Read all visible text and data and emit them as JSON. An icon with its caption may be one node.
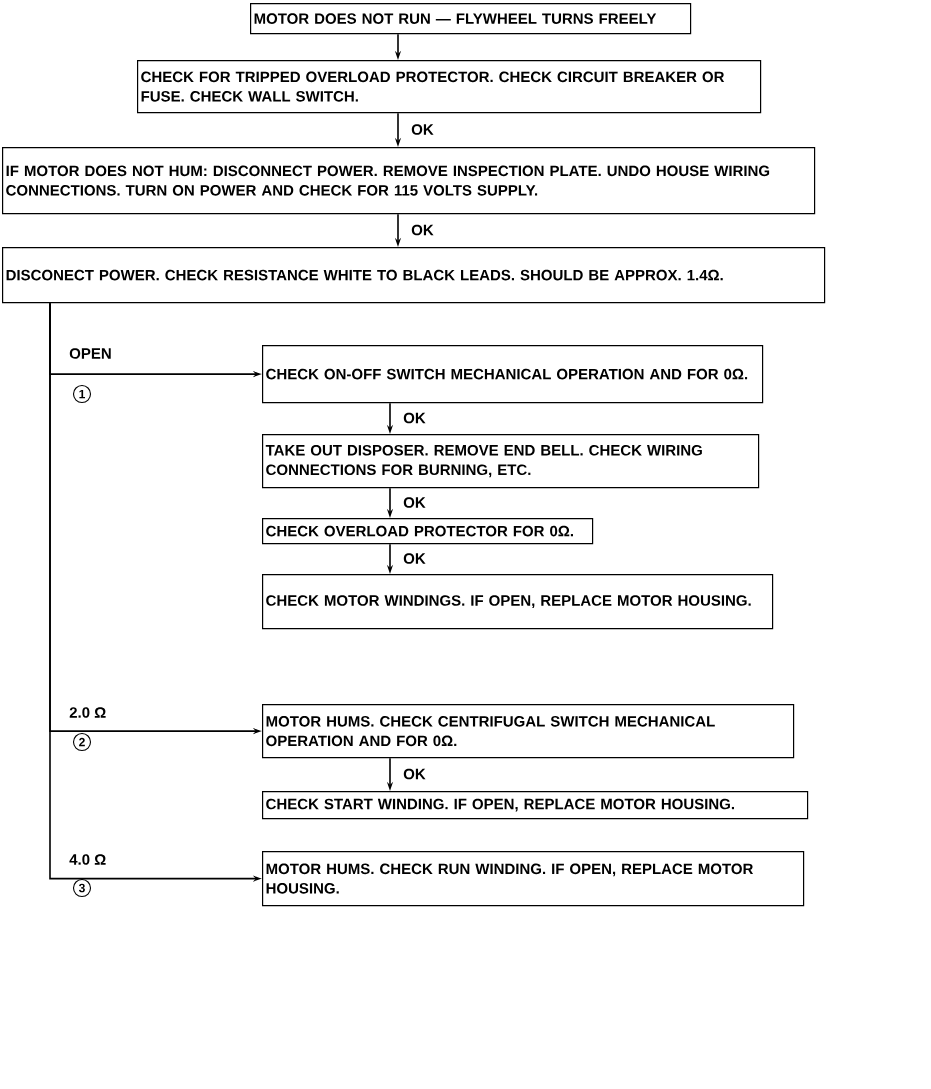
{
  "diagram": {
    "nodes": [
      {
        "text": [
          "MOTOR DOES NOT RUN — FLYWHEEL TURNS FREELY"
        ]
      },
      {
        "text": [
          "CHECK FOR TRIPPED OVERLOAD PROTECTOR. CHECK CIRCUIT BREAKER OR FUSE. CHECK WALL SWITCH."
        ]
      },
      {
        "text": [
          "IF MOTOR DOES NOT HUM:   DISCONNECT POWER. REMOVE INSPECTION PLATE. UNDO HOUSE WIRING CONNECTIONS. TURN ON POWER AND CHECK FOR 115 VOLTS SUPPLY."
        ]
      },
      {
        "text": [
          "DISCONECT POWER. CHECK RESISTANCE WHITE TO BLACK LEADS. SHOULD BE APPROX. 1.4Ω."
        ]
      },
      {
        "text": [
          "CHECK ON-OFF SWITCH MECHANICAL OPERATION AND FOR 0Ω."
        ]
      },
      {
        "text": [
          "TAKE OUT DISPOSER. REMOVE END BELL. CHECK WIRING CONNECTIONS FOR BURNING, ETC."
        ]
      },
      {
        "text": [
          "CHECK OVERLOAD PROTECTOR FOR 0Ω."
        ]
      },
      {
        "text": [
          "CHECK MOTOR WINDINGS. IF OPEN, REPLACE MOTOR HOUSING."
        ]
      },
      {
        "text": [
          "MOTOR HUMS. CHECK CENTRIFUGAL SWITCH MECHANICAL OPERATION AND FOR 0Ω."
        ]
      },
      {
        "text": [
          "CHECK START WINDING. IF OPEN, REPLACE MOTOR HOUSING."
        ]
      },
      {
        "text": [
          "MOTOR HUMS. CHECK RUN WINDING. IF OPEN, REPLACE MOTOR HOUSING."
        ]
      }
    ],
    "edges": [
      {
        "from": 0,
        "to": 1,
        "arrow": "to"
      },
      {
        "from": 1,
        "to": 2,
        "arrow": "to",
        "label": "OK"
      },
      {
        "from": 2,
        "to": 3,
        "arrow": "to",
        "label": "OK"
      },
      {
        "from": 3,
        "to": 4,
        "arrow": "to",
        "label": "OPEN"
      },
      {
        "from": 4,
        "to": 5,
        "arrow": "to",
        "label": "OK"
      },
      {
        "from": 5,
        "to": 6,
        "arrow": "to",
        "label": "OK"
      },
      {
        "from": 6,
        "to": 7,
        "arrow": "to",
        "label": "OK"
      },
      {
        "from": 3,
        "to": 8,
        "arrow": "to",
        "label": "2.0 Ω"
      },
      {
        "from": 8,
        "to": 9,
        "arrow": "to",
        "label": "OK"
      },
      {
        "from": 3,
        "to": 10,
        "arrow": "to",
        "label": "4.0 Ω"
      }
    ],
    "labels": [
      "1",
      "2",
      "3"
    ]
  }
}
